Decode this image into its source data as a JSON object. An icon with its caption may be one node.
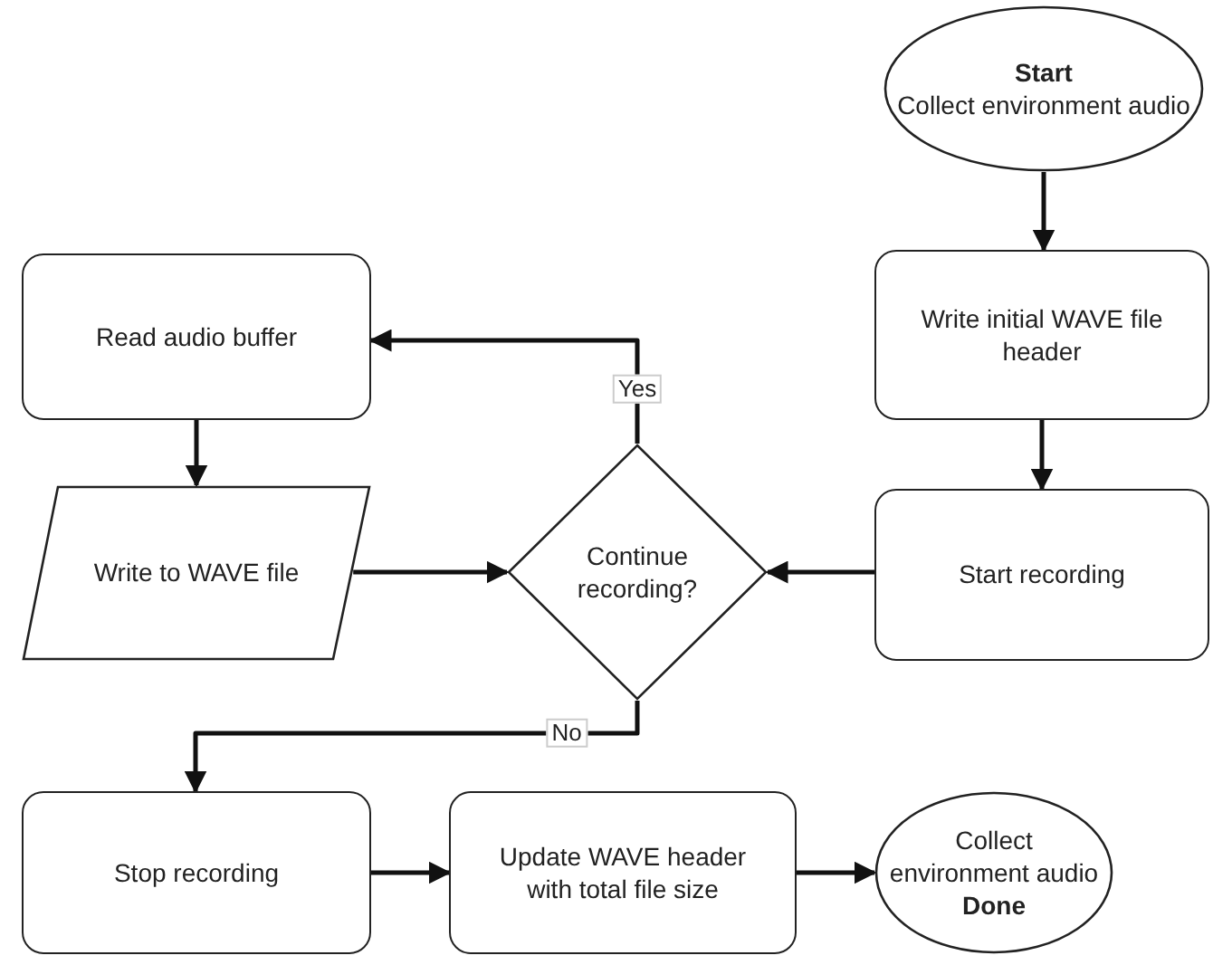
{
  "diagram": {
    "nodes": [
      {
        "text": [
          "Start",
          "Collect environment audio"
        ]
      },
      {
        "text": [
          "Write initial WAVE file header"
        ]
      },
      {
        "text": [
          "Start recording"
        ]
      },
      {
        "text": [
          "Continue recording?"
        ]
      },
      {
        "text": [
          "Read audio buffer"
        ]
      },
      {
        "text": [
          "Write to WAVE file"
        ]
      },
      {
        "text": [
          "Stop recording"
        ]
      },
      {
        "text": [
          "Update WAVE header with total file size"
        ]
      },
      {
        "text": [
          "Collect environment audio",
          "Done"
        ]
      }
    ],
    "edges": [
      {
        "from": 0,
        "to": 1,
        "arrow": "to"
      },
      {
        "from": 1,
        "to": 2,
        "arrow": "to"
      },
      {
        "from": 2,
        "to": 3,
        "arrow": "to"
      },
      {
        "from": 3,
        "to": 4,
        "arrow": "to",
        "label": "Yes"
      },
      {
        "from": 4,
        "to": 5,
        "arrow": "to"
      },
      {
        "from": 5,
        "to": 3,
        "arrow": "to"
      },
      {
        "from": 3,
        "to": 6,
        "arrow": "to",
        "label": "No"
      },
      {
        "from": 6,
        "to": 7,
        "arrow": "to"
      },
      {
        "from": 7,
        "to": 8,
        "arrow": "to"
      }
    ]
  }
}
